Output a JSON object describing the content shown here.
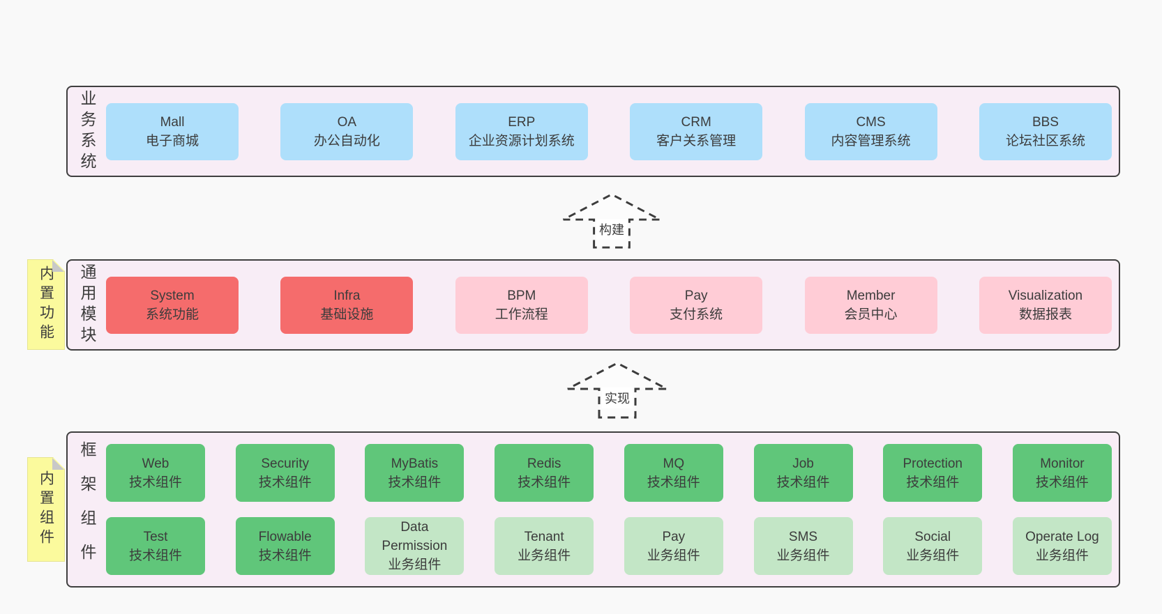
{
  "colors": {
    "page_bg": "#f9f9f9",
    "band_bg": "#f8edf6",
    "band_border": "#3f3f3f",
    "node_blue": "#aedffb",
    "node_red": "#f56c6c",
    "node_pink": "#ffccd6",
    "node_green_dark": "#60c67a",
    "node_green_light": "#c3e6c6",
    "sticky_note_yellow": "#fbfa9d",
    "note_fold_grey": "#c8c8c8",
    "text": "#3c3c3c"
  },
  "arrows": {
    "build_label": "构建",
    "implement_label": "实现"
  },
  "bands": {
    "business": {
      "label": "业务系统",
      "boxes": [
        {
          "name": "Mall",
          "desc": "电子商城"
        },
        {
          "name": "OA",
          "desc": "办公自动化"
        },
        {
          "name": "ERP",
          "desc": "企业资源计划系统"
        },
        {
          "name": "CRM",
          "desc": "客户关系管理"
        },
        {
          "name": "CMS",
          "desc": "内容管理系统"
        },
        {
          "name": "BBS",
          "desc": "论坛社区系统"
        }
      ]
    },
    "modules": {
      "note": "内置功能",
      "label": "通用模块",
      "boxes": [
        {
          "name": "System",
          "desc": "系统功能",
          "variant": "red"
        },
        {
          "name": "Infra",
          "desc": "基础设施",
          "variant": "red"
        },
        {
          "name": "BPM",
          "desc": "工作流程",
          "variant": "pink"
        },
        {
          "name": "Pay",
          "desc": "支付系统",
          "variant": "pink"
        },
        {
          "name": "Member",
          "desc": "会员中心",
          "variant": "pink"
        },
        {
          "name": "Visualization",
          "desc": "数据报表",
          "variant": "pink"
        }
      ]
    },
    "components": {
      "note": "内置组件",
      "label": "框架组件",
      "row1": [
        {
          "name": "Web",
          "desc": "技术组件",
          "variant": "dark"
        },
        {
          "name": "Security",
          "desc": "技术组件",
          "variant": "dark"
        },
        {
          "name": "MyBatis",
          "desc": "技术组件",
          "variant": "dark"
        },
        {
          "name": "Redis",
          "desc": "技术组件",
          "variant": "dark"
        },
        {
          "name": "MQ",
          "desc": "技术组件",
          "variant": "dark"
        },
        {
          "name": "Job",
          "desc": "技术组件",
          "variant": "dark"
        },
        {
          "name": "Protection",
          "desc": "技术组件",
          "variant": "dark"
        },
        {
          "name": "Monitor",
          "desc": "技术组件",
          "variant": "dark"
        }
      ],
      "row2": [
        {
          "name": "Test",
          "desc": "技术组件",
          "variant": "dark"
        },
        {
          "name": "Flowable",
          "desc": "技术组件",
          "variant": "dark"
        },
        {
          "name": "Data Permission",
          "desc": "业务组件",
          "variant": "light"
        },
        {
          "name": "Tenant",
          "desc": "业务组件",
          "variant": "light"
        },
        {
          "name": "Pay",
          "desc": "业务组件",
          "variant": "light"
        },
        {
          "name": "SMS",
          "desc": "业务组件",
          "variant": "light"
        },
        {
          "name": "Social",
          "desc": "业务组件",
          "variant": "light"
        },
        {
          "name": "Operate Log",
          "desc": "业务组件",
          "variant": "light"
        }
      ]
    }
  }
}
